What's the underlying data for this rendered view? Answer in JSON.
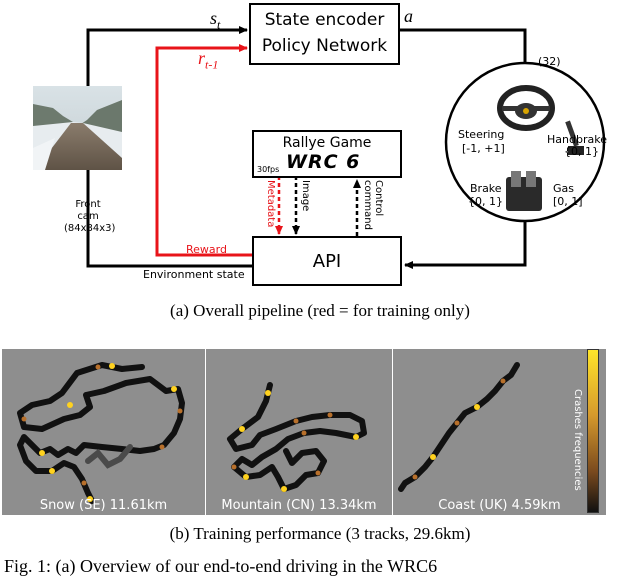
{
  "top_diagram": {
    "state_encoder": {
      "line1": "State encoder",
      "line2": "Policy Network"
    },
    "state_label": "s",
    "state_sub": "t",
    "reward_label": "r",
    "reward_sub": "t-1",
    "action_label": "a",
    "action_count": "(32)",
    "front_cam": {
      "line1": "Front cam",
      "line2": "(84x84x3)"
    },
    "game_box": {
      "title": "Rallye Game",
      "logo": "WRC 6",
      "fps": "30fps"
    },
    "signals": {
      "metadata": "Metadata",
      "image": "Image",
      "control_line1": "Control",
      "control_line2": "command"
    },
    "api_label": "API",
    "reward_word": "Reward",
    "env_state": "Environment state",
    "controls": {
      "steering": "Steering",
      "steering_range": "[-1, +1]",
      "handbrake": "Handbrake",
      "handbrake_range": "{0, 1}",
      "brake": "Brake",
      "brake_range": "{0, 1}",
      "gas": "Gas",
      "gas_range": "[0, 1]"
    },
    "caption": "(a) Overall pipeline (red = for training only)"
  },
  "bottom_panels": {
    "tracks": [
      {
        "label": "Snow (SE) 11.61km"
      },
      {
        "label": "Mountain (CN) 13.34km"
      },
      {
        "label": "Coast (UK) 4.59km"
      }
    ],
    "colorbar_label": "Crashes frequencies",
    "caption": "(b) Training performance (3 tracks, 29.6km)"
  },
  "figure_caption": "Fig. 1: (a) Overview of our end-to-end driving in the WRC6",
  "colors": {
    "training": "#e8141a",
    "track": "#111111",
    "crash_high": "#ffd21f",
    "crash_mid": "#b8702b",
    "panel_bg": "#8e8e8e"
  }
}
